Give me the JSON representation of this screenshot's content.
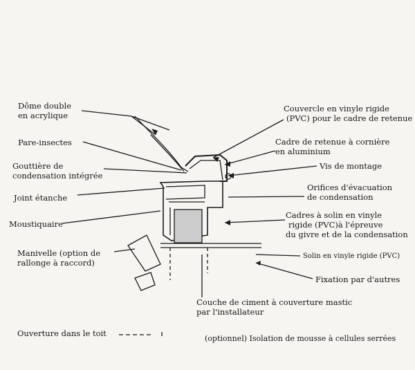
{
  "labels": {
    "dome": [
      "Dôme double",
      "en acrylique"
    ],
    "insect": [
      "Pare-insectes"
    ],
    "gutter": [
      "Gouttière de",
      "condensation intégrée"
    ],
    "seal": [
      "Joint étanche"
    ],
    "screen": [
      "Moustiquaire"
    ],
    "crank": [
      "Manivelle (option de",
      "rallonge à raccord)"
    ],
    "roof_opening": [
      "Ouverture dans le toit"
    ],
    "cover": [
      "Couvercle en vinyle rigide",
      "(PVC) pour le cadre de retenue"
    ],
    "retainer": [
      "Cadre de retenue à cornière",
      "en aluminium"
    ],
    "screw": [
      "Vis de montage"
    ],
    "weep": [
      "Orifices d'évacuation",
      "de condensation"
    ],
    "curb_frames": [
      "Cadres à solin en vinyle",
      "rigide (PVC)à l'épreuve",
      "du givre et de la condensation"
    ],
    "flashing": [
      "Solin en vinyle rigide (PVC)"
    ],
    "fastening": [
      "Fixation par d'autres"
    ],
    "cement": [
      "Couche de ciment à couverture mastic",
      "par l'installateur"
    ],
    "insulation": [
      "(optionnel) Isolation de mousse à cellules serrées"
    ]
  }
}
